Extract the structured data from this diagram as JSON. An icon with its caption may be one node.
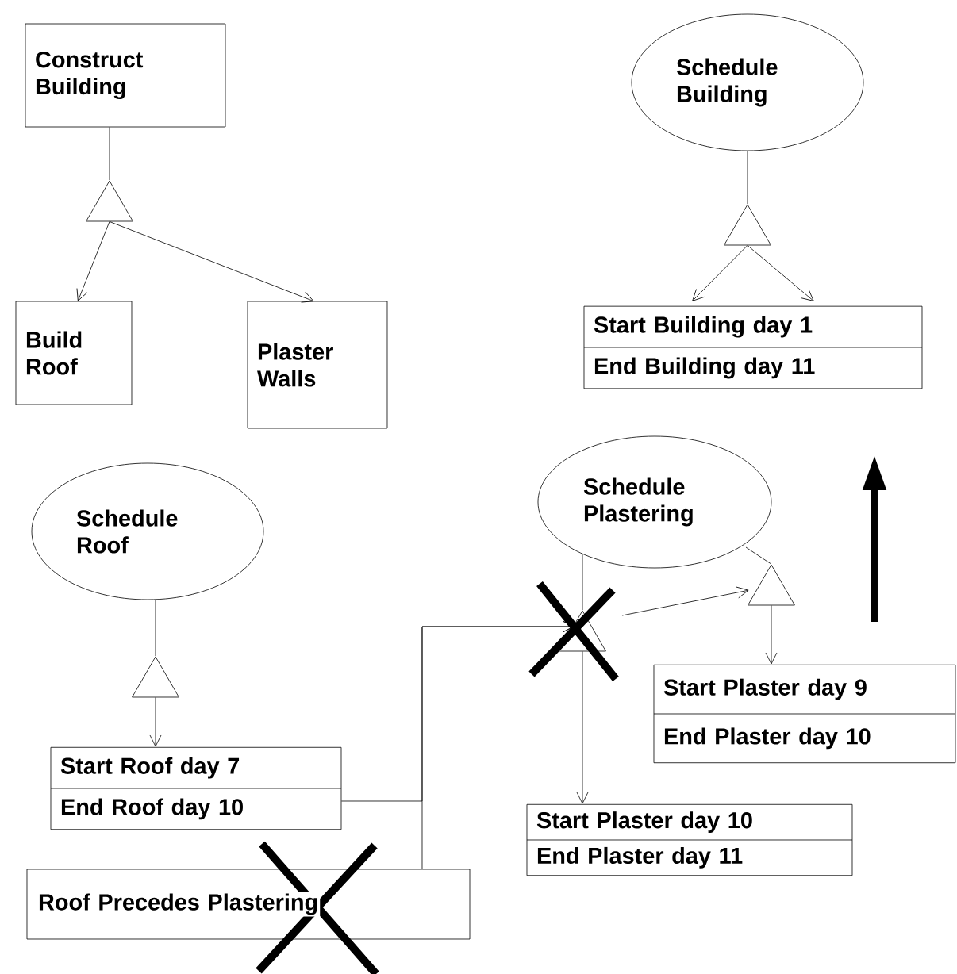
{
  "diagram": {
    "nodes": [
      {
        "text": [
          "Construct Building"
        ]
      },
      {
        "text": [],
        "shape": "triangle"
      },
      {
        "text": [
          "Build Roof"
        ]
      },
      {
        "text": [
          "Plaster Walls"
        ]
      },
      {
        "text": [
          "Schedule Building"
        ]
      },
      {
        "text": [],
        "shape": "triangle"
      },
      {
        "text": [
          "Start Building day 1",
          "End Building day 11"
        ]
      },
      {
        "text": [
          "Schedule Roof"
        ]
      },
      {
        "text": [],
        "shape": "triangle"
      },
      {
        "text": [
          "Start Roof day 7",
          "End Roof day 10"
        ]
      },
      {
        "text": [
          "Roof Precedes Plastering"
        ]
      },
      {
        "text": [
          "Schedule Plastering"
        ]
      },
      {
        "text": [],
        "shape": "triangle"
      },
      {
        "text": [],
        "shape": "triangle"
      },
      {
        "text": [
          "Start Plaster day 9",
          "End Plaster day 10"
        ]
      },
      {
        "text": [
          "Start Plaster day 10",
          "End Plaster day 11"
        ]
      }
    ],
    "edges": [
      {
        "from": 0,
        "to": 1,
        "arrow": "none"
      },
      {
        "from": 1,
        "to": 2,
        "arrow": "to"
      },
      {
        "from": 1,
        "to": 3,
        "arrow": "to"
      },
      {
        "from": 4,
        "to": 5,
        "arrow": "none"
      },
      {
        "from": 5,
        "to": 6,
        "arrow": "to"
      },
      {
        "from": 5,
        "to": 6,
        "arrow": "to"
      },
      {
        "from": 7,
        "to": 8,
        "arrow": "none"
      },
      {
        "from": 8,
        "to": 9,
        "arrow": "to"
      },
      {
        "from": 11,
        "to": 12,
        "arrow": "none"
      },
      {
        "from": 12,
        "to": 15,
        "arrow": "to"
      },
      {
        "from": 12,
        "to": 13,
        "arrow": "to"
      },
      {
        "from": 11,
        "to": 13,
        "arrow": "none"
      },
      {
        "from": 13,
        "to": 14,
        "arrow": "to"
      },
      {
        "from": 9,
        "to": 12,
        "arrow": "to"
      },
      {
        "from": 10,
        "to": 12,
        "arrow": "to"
      }
    ]
  }
}
